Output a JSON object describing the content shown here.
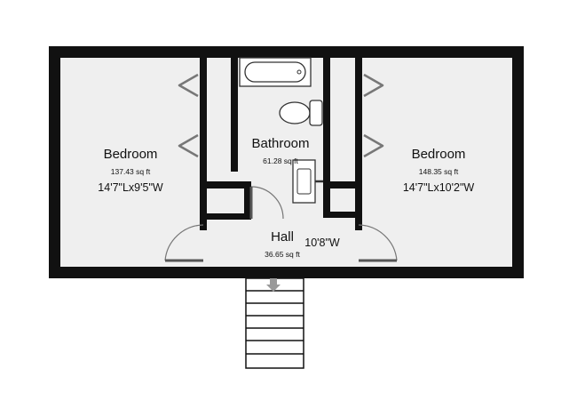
{
  "rooms": {
    "bedroom_left": {
      "name": "Bedroom",
      "area": "137.43 sq ft",
      "dims": "14'7\"Lx9'5\"W"
    },
    "bathroom": {
      "name": "Bathroom",
      "area": "61.28 sq ft"
    },
    "bedroom_right": {
      "name": "Bedroom",
      "area": "148.35 sq ft",
      "dims": "14'7\"Lx10'2\"W"
    },
    "hall": {
      "name": "Hall",
      "area": "36.65 sq ft",
      "dims": "10'8\"W"
    }
  },
  "colors": {
    "wall": "#111111",
    "floor": "#efefef",
    "door": "#777777",
    "fixture": "#ffffff"
  }
}
